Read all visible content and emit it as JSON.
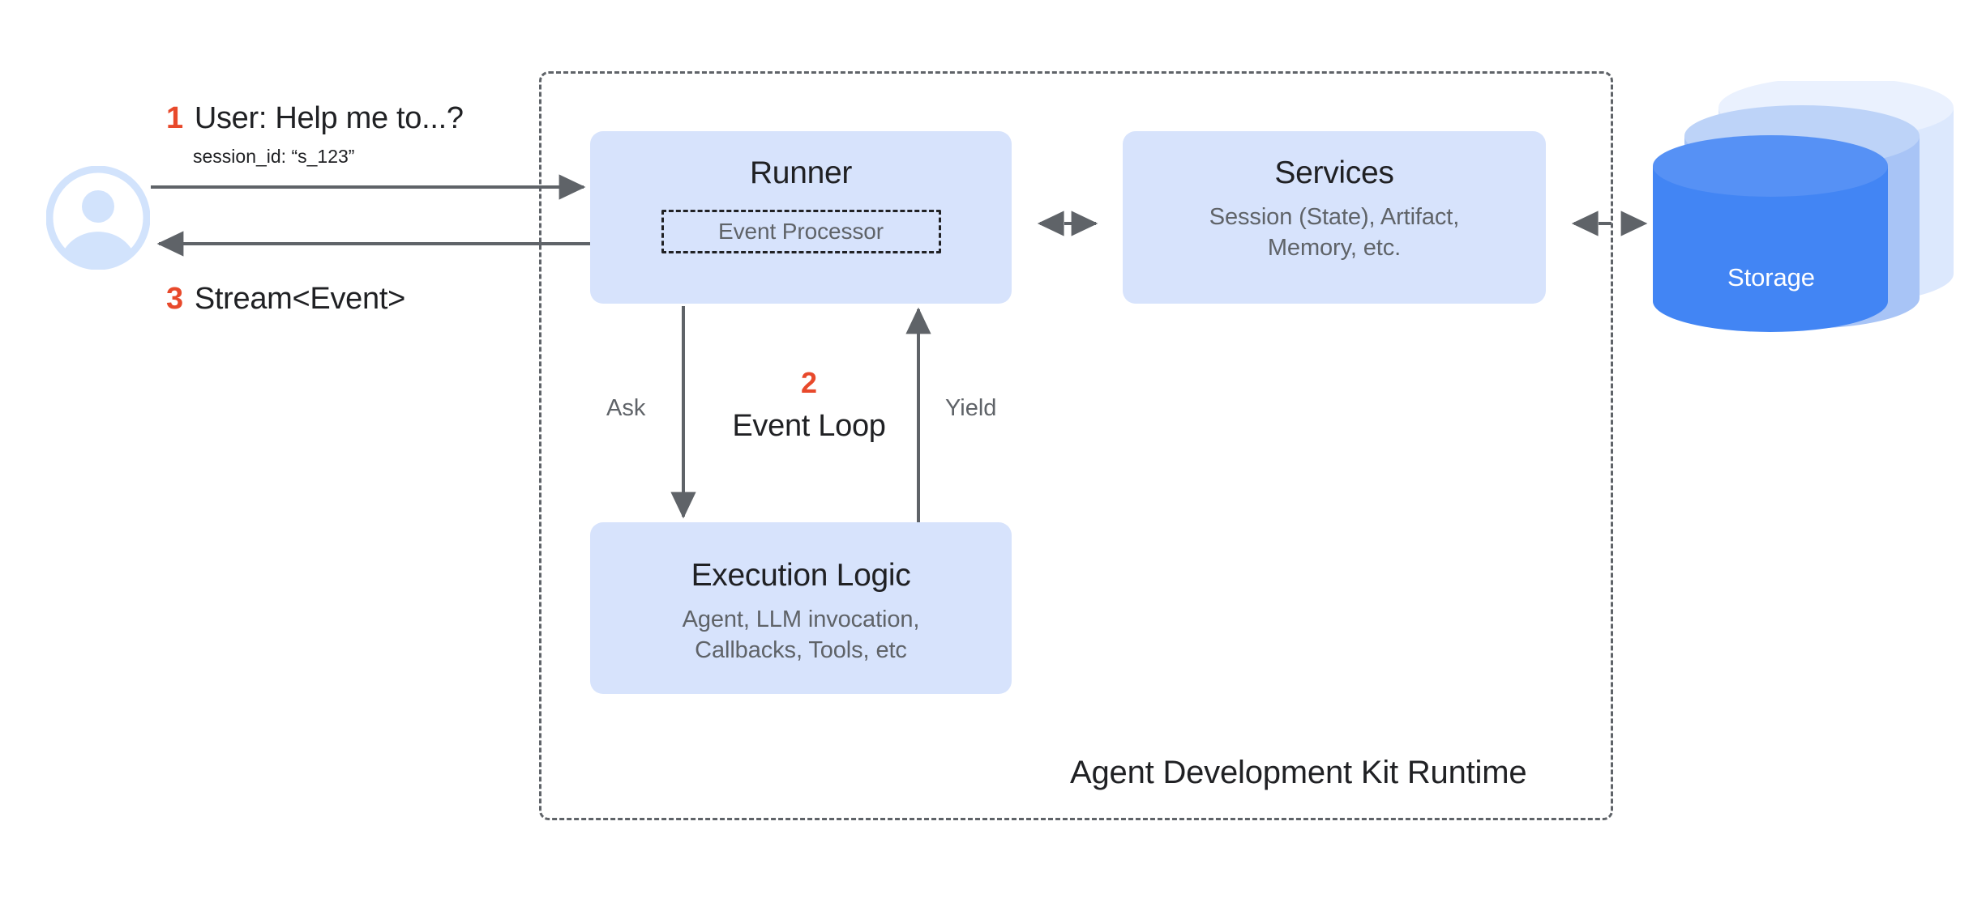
{
  "diagram": {
    "title": "Agent Development Kit Runtime",
    "colors": {
      "node_fill": "#d7e3fc",
      "node_title": "#202124",
      "node_subtext": "#5f6368",
      "step_number": "#e8492b",
      "arrow": "#5f6368",
      "storage_front": "#4285f4",
      "storage_mid": "#a8c4f6",
      "storage_back": "#dce8fd",
      "avatar": "#d2e3fc",
      "background": "#ffffff"
    }
  },
  "user": {
    "avatar_icon": "user-avatar-icon",
    "request": {
      "step": "1",
      "text": "User: Help me to...?",
      "meta": "session_id: “s_123”"
    },
    "response": {
      "step": "3",
      "text": "Stream<Event>"
    }
  },
  "runner": {
    "title": "Runner",
    "event_processor": "Event Processor"
  },
  "services": {
    "title": "Services",
    "subtitle": "Session (State), Artifact,\nMemory, etc."
  },
  "execution": {
    "title": "Execution Logic",
    "subtitle": "Agent, LLM invocation,\nCallbacks, Tools, etc"
  },
  "event_loop": {
    "step": "2",
    "label": "Event Loop",
    "ask_label": "Ask",
    "yield_label": "Yield"
  },
  "storage": {
    "label": "Storage",
    "icon": "database-cylinder-icon"
  },
  "runtime": {
    "label": "Agent Development Kit Runtime"
  }
}
